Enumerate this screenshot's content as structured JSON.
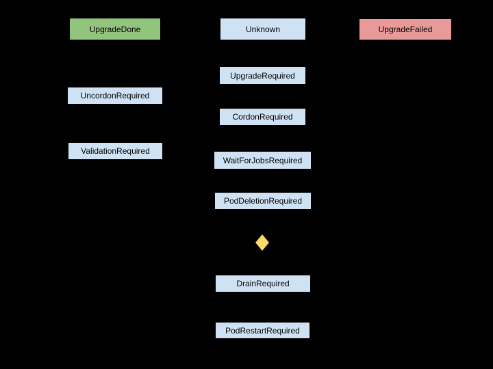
{
  "diagram": {
    "background_color": "#000000",
    "text_color": "#000000",
    "colors": {
      "done_green": "#93c47d",
      "state_blue": "#cfe2f3",
      "failed_red": "#ea9999",
      "decision_yellow": "#ffd966"
    },
    "nodes": [
      {
        "id": "upgrade-done",
        "label": "UpgradeDone",
        "fill": "#93c47d",
        "shape": "rect"
      },
      {
        "id": "unknown",
        "label": "Unknown",
        "fill": "#cfe2f3",
        "shape": "rect"
      },
      {
        "id": "upgrade-failed",
        "label": "UpgradeFailed",
        "fill": "#ea9999",
        "shape": "rect"
      },
      {
        "id": "upgrade-required",
        "label": "UpgradeRequired",
        "fill": "#cfe2f3",
        "shape": "rect"
      },
      {
        "id": "uncordon-required",
        "label": "UncordonRequired",
        "fill": "#cfe2f3",
        "shape": "rect"
      },
      {
        "id": "cordon-required",
        "label": "CordonRequired",
        "fill": "#cfe2f3",
        "shape": "rect"
      },
      {
        "id": "validation-required",
        "label": "ValidationRequired",
        "fill": "#cfe2f3",
        "shape": "rect"
      },
      {
        "id": "wait-for-jobs-required",
        "label": "WaitForJobsRequired",
        "fill": "#cfe2f3",
        "shape": "rect"
      },
      {
        "id": "pod-deletion-required",
        "label": "PodDeletionRequired",
        "fill": "#cfe2f3",
        "shape": "rect"
      },
      {
        "id": "decision-diamond",
        "label": "",
        "fill": "#ffd966",
        "shape": "diamond"
      },
      {
        "id": "drain-required",
        "label": "DrainRequired",
        "fill": "#cfe2f3",
        "shape": "rect"
      },
      {
        "id": "pod-restart-required",
        "label": "PodRestartRequired",
        "fill": "#cfe2f3",
        "shape": "rect"
      }
    ]
  }
}
